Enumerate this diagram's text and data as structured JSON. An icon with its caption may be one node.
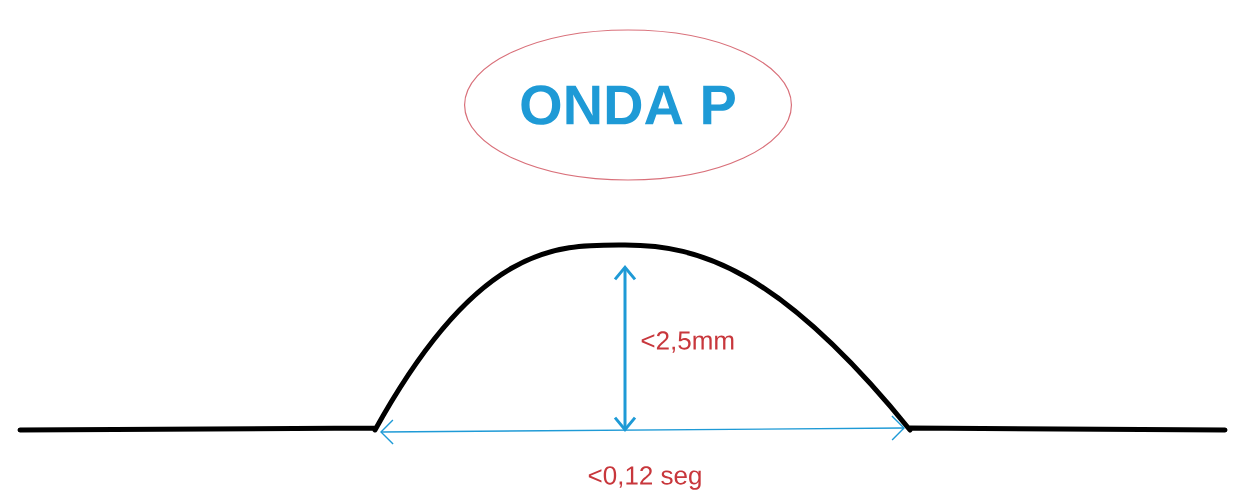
{
  "diagram": {
    "nodes": [
      {
        "text": [
          "ONDA P"
        ]
      }
    ],
    "labels": [
      "<2,5mm",
      "<0,12 seg"
    ]
  }
}
